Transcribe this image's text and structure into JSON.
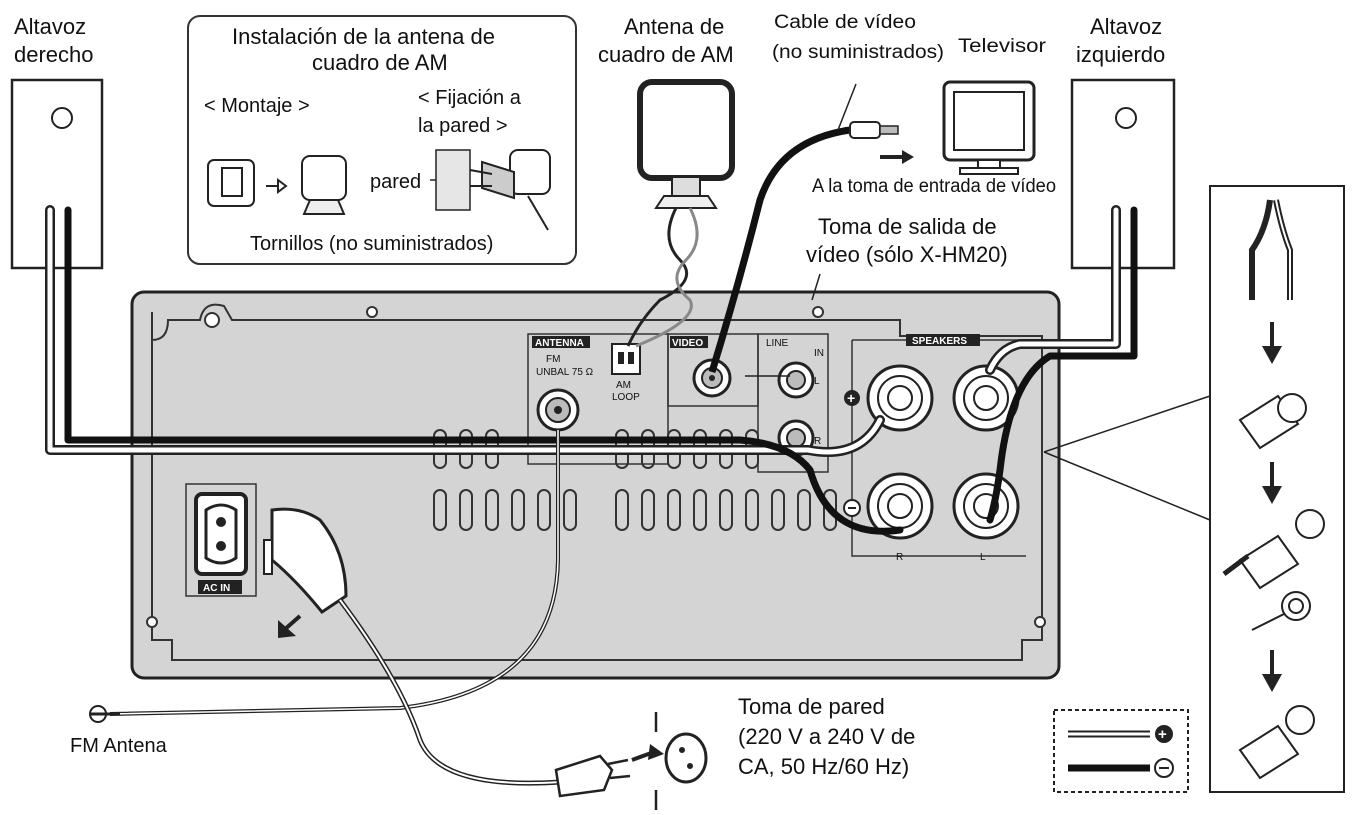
{
  "labels": {
    "right_speaker_l1": "Altavoz",
    "right_speaker_l2": "derecho",
    "left_speaker_l1": "Altavoz",
    "left_speaker_l2": "izquierdo",
    "inset_title_l1": "Instalación de la antena de",
    "inset_title_l2": "cuadro de AM",
    "mounting": "< Montaje >",
    "wall_fix_l1": "< Fijación a",
    "wall_fix_l2": "la pared >",
    "wall": "pared",
    "screws": "Tornillos (no suministrados)",
    "am_antenna_l1": "Antena de",
    "am_antenna_l2": "cuadro de AM",
    "video_cable_l1": "Cable de vídeo",
    "video_cable_l2": "(no suministrados)",
    "tv": "Televisor",
    "to_video_input": "A la toma de entrada de vídeo",
    "video_out_l1": "Toma de salida de",
    "video_out_l2": "vídeo (sólo X-HM20)",
    "fm_antenna": "FM Antena",
    "wall_outlet_l1": "Toma de pared",
    "wall_outlet_l2": "(220 V a 240 V de",
    "wall_outlet_l3": "CA, 50 Hz/60 Hz)"
  },
  "panel_markings": {
    "antenna": "ANTENNA",
    "fm": "FM",
    "unbal": "UNBAL 75 Ω",
    "am": "AM",
    "loop": "LOOP",
    "video": "VIDEO",
    "line": "LINE",
    "in": "IN",
    "l": "L",
    "r": "R",
    "speakers": "SPEAKERS",
    "spk_r": "R",
    "spk_l": "L",
    "ac_in": "AC IN"
  },
  "colors": {
    "panel_fill": "#d4d4d4",
    "panel_stroke": "#222222",
    "wire_dark": "#1a1a1a",
    "wire_light": "#ffffff"
  }
}
